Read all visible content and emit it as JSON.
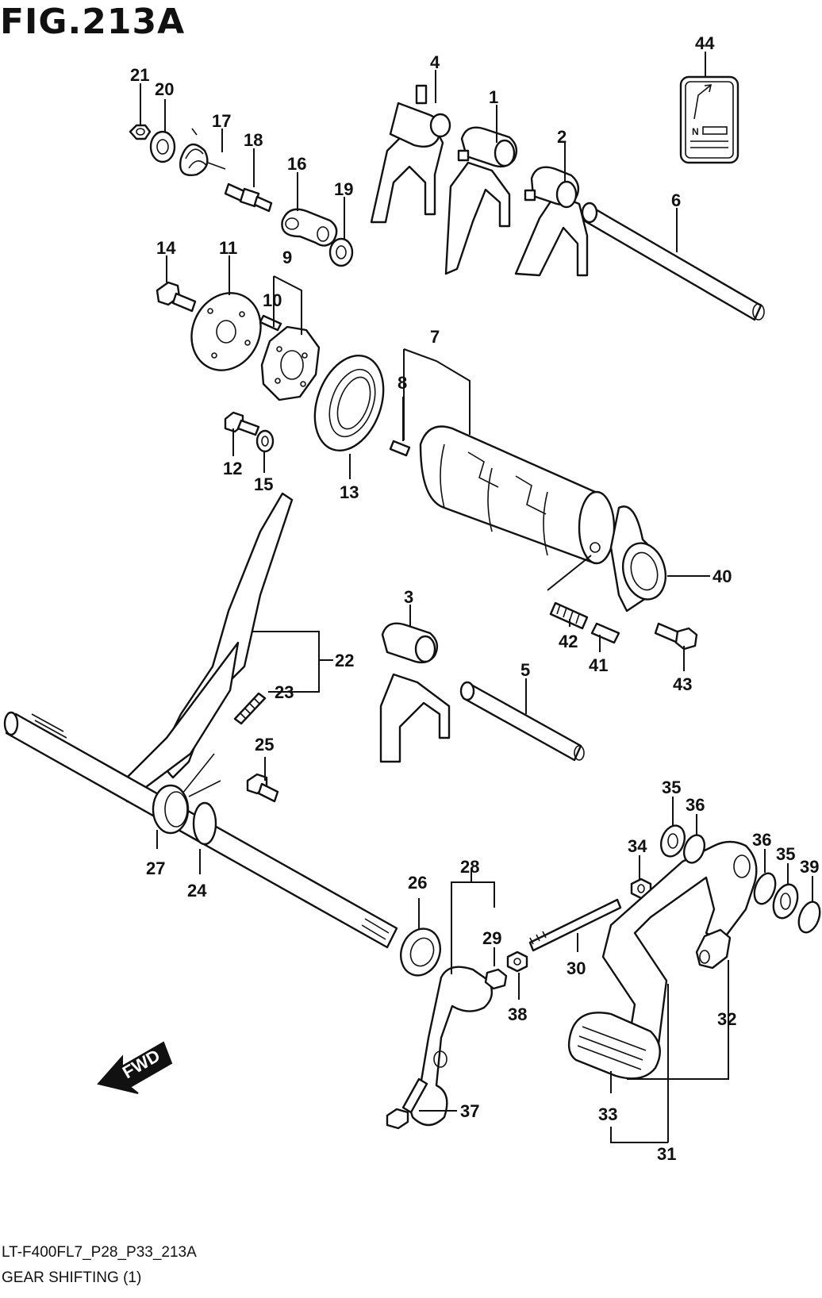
{
  "title": "FIG.213A",
  "footer": {
    "model": "LT-F400FL7_P28_P33_213A",
    "section": "GEAR SHIFTING (1)"
  },
  "fwd_label": "FWD",
  "decal_text": "N",
  "callouts": [
    "1",
    "2",
    "3",
    "4",
    "5",
    "6",
    "7",
    "8",
    "9",
    "10",
    "11",
    "12",
    "13",
    "14",
    "15",
    "16",
    "17",
    "18",
    "19",
    "20",
    "21",
    "22",
    "23",
    "24",
    "25",
    "26",
    "27",
    "28",
    "29",
    "30",
    "31",
    "32",
    "33",
    "34",
    "35",
    "35",
    "36",
    "36",
    "37",
    "38",
    "39",
    "40",
    "41",
    "42",
    "43",
    "44"
  ]
}
